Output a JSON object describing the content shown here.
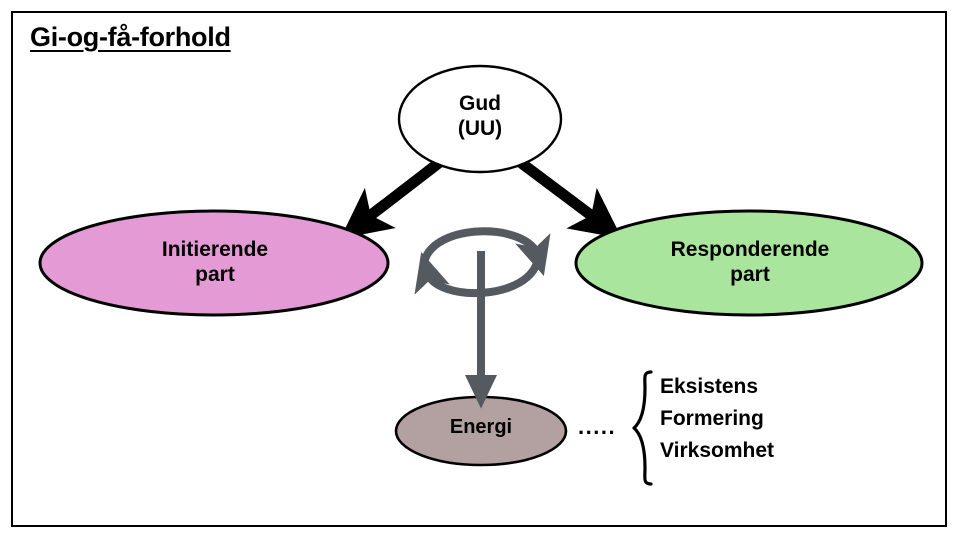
{
  "diagram": {
    "title": "Gi-og-få-forhold",
    "frame_color": "#000000",
    "background": "#ffffff"
  },
  "nodes": [
    {
      "id": "gud",
      "label": "Gud\n(UU)",
      "shape": "ellipse",
      "fill": "#ffffff",
      "stroke": "#000000"
    },
    {
      "id": "initierende",
      "label": "Initierende\npart",
      "shape": "ellipse",
      "fill": "#E49AD4",
      "stroke": "#000000"
    },
    {
      "id": "responderende",
      "label": "Responderende\npart",
      "shape": "ellipse",
      "fill": "#AAE59E",
      "stroke": "#000000"
    },
    {
      "id": "energi",
      "label": "Energi",
      "shape": "ellipse",
      "fill": "#B3A0A0",
      "stroke": "#000000"
    }
  ],
  "edges": [
    {
      "id": "gud-to-initierende",
      "from": "gud",
      "to": "initierende",
      "style": "thick-solid-arrow",
      "color": "#000000"
    },
    {
      "id": "gud-to-responderende",
      "from": "gud",
      "to": "responderende",
      "style": "thick-solid-arrow",
      "color": "#000000"
    },
    {
      "id": "exchange-top",
      "from": "initierende",
      "to": "responderende",
      "style": "curved-arrow",
      "color": "#545A60"
    },
    {
      "id": "exchange-bottom",
      "from": "responderende",
      "to": "initierende",
      "style": "curved-arrow",
      "color": "#545A60"
    },
    {
      "id": "exchange-to-energi",
      "from": "exchange-cycle",
      "to": "energi",
      "style": "straight-arrow",
      "color": "#545A60"
    }
  ],
  "callout": {
    "dots": ".....",
    "brace": "{",
    "items": [
      "Eksistens",
      "Formering",
      "Virksomhet"
    ]
  },
  "colors": {
    "pink": "#E49AD4",
    "green": "#AAE59E",
    "mauve": "#B3A0A0",
    "gray_arrow": "#545A60",
    "black": "#000000",
    "white": "#ffffff"
  }
}
